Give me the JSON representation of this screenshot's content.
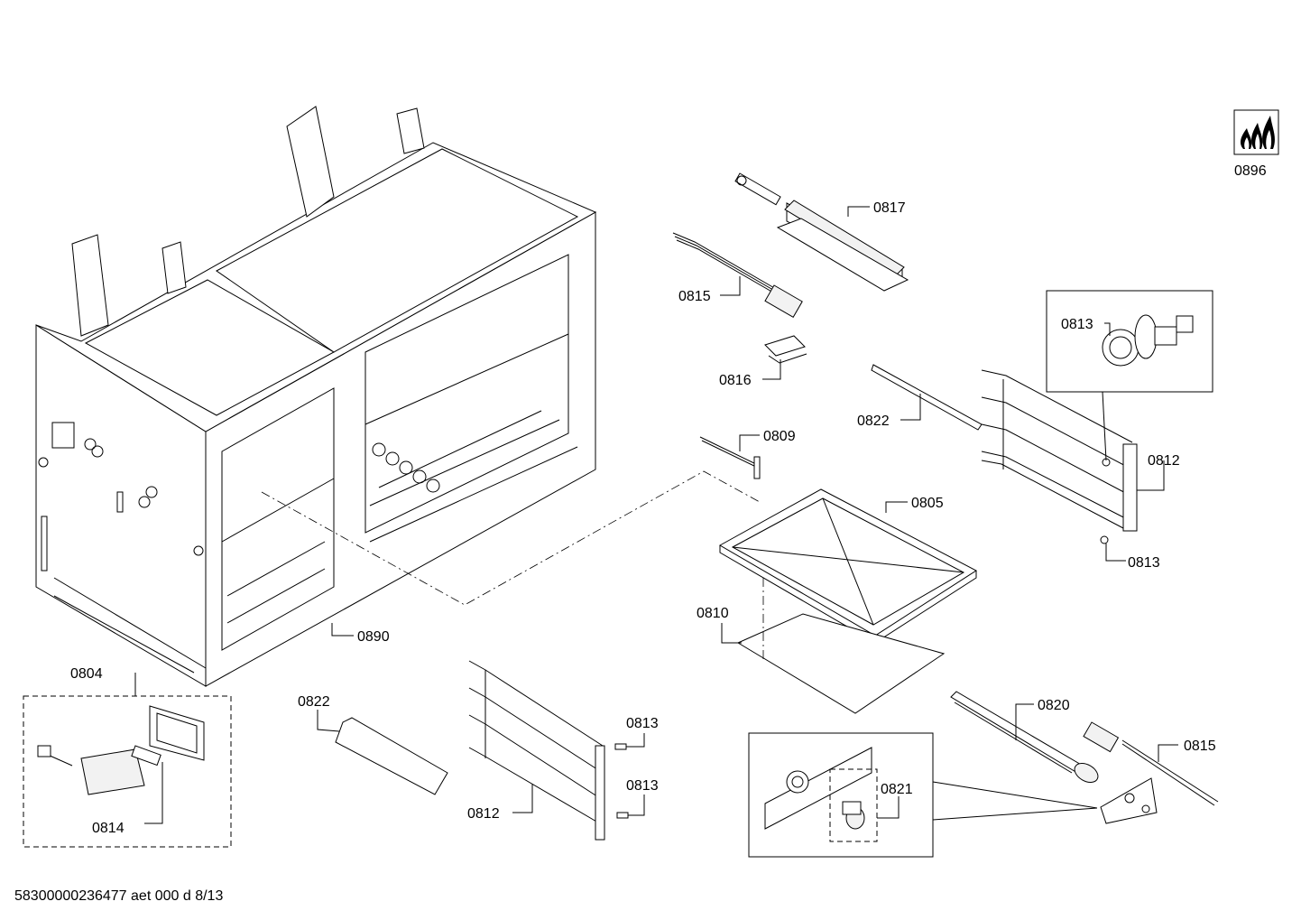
{
  "parts": {
    "p0896": "0896",
    "p0817": "0817",
    "p0815_top": "0815",
    "p0813_box": "0813",
    "p0816": "0816",
    "p0822_right": "0822",
    "p0809": "0809",
    "p0812_right": "0812",
    "p0805": "0805",
    "p0813_right": "0813",
    "p0810": "0810",
    "p0890": "0890",
    "p0804": "0804",
    "p0822_bottom": "0822",
    "p0813_b1": "0813",
    "p0820": "0820",
    "p0815_bottom": "0815",
    "p0813_b2": "0813",
    "p0821": "0821",
    "p0812_bottom": "0812",
    "p0814": "0814"
  },
  "footer": {
    "doc_id": "58300000236477 aet 000 d 8/13"
  },
  "icons": {
    "gas_flame_symbol": "gas-flame-icon"
  }
}
